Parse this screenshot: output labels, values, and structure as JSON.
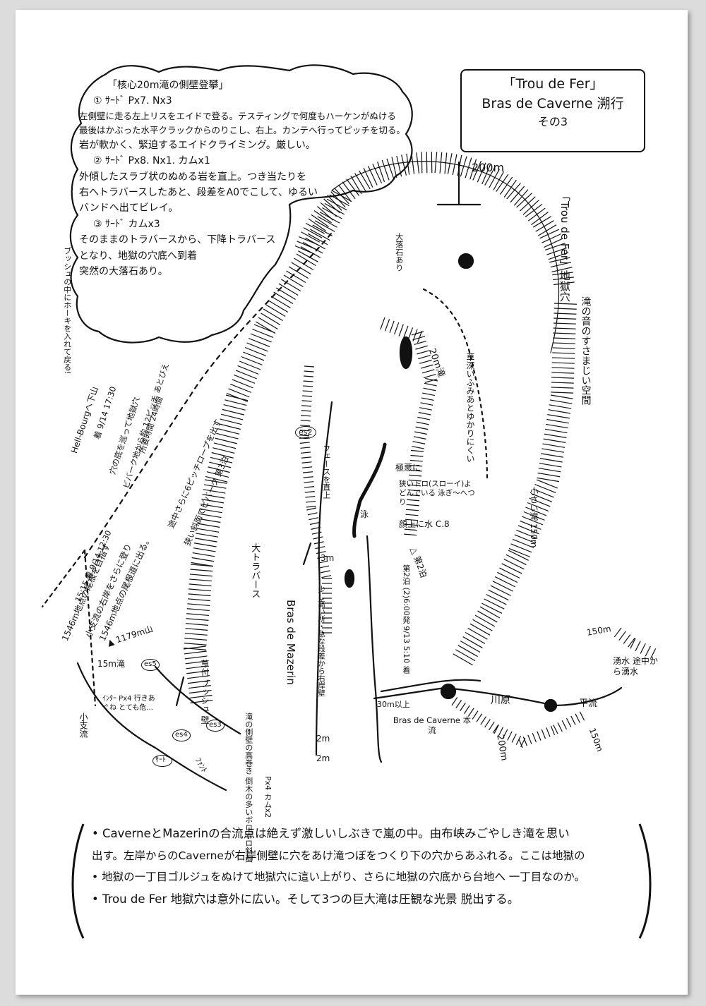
{
  "title": {
    "line1": "「Trou de Fer」",
    "line2": "Bras de Caverne 溯行",
    "line3": "その3"
  },
  "cloud_note": {
    "heading": "「核心20m滝の側壁登攀」",
    "lines": [
      "① ｻｰﾄﾞ Px7. Nx3",
      "左側壁に走る左上リスをエイドで登る。テスティングで何度もハーケンがぬける",
      "最後はかぶった水平クラックからのりこし、右上。カンテへ行ってピッチを切る。",
      "岩が軟かく、緊迫するエイドクライミング。厳しい。",
      "② ｻｰﾄﾞ Px8. Nx1. カムx1",
      "外傾したスラブ状のぬめる岩を直上。つき当たりを",
      "右へトラバースしたあと、段差をA0でこして、ゆるい",
      "バンドへ出てビレイ。",
      "③ ｻｰﾄﾞ カムx3",
      "そのままのトラバースから、下降トラバース",
      "となり、地獄の穴底へ到着",
      "突然の大落石あり。"
    ]
  },
  "map_labels": {
    "elev_200_top": "200m",
    "trou_right": "「Trou de Fer」地獄穴",
    "trou_right_sub": "滝の音のすさまじい空間",
    "grass": "草深いふみあとゆかりにくい",
    "rakuseki": "大落石あり",
    "taki20": "20m滝",
    "taki15": "15m滝",
    "taki150": "小さい滝 150m",
    "taki_left": "ブッシュの中にホーキを入れて戻る!",
    "hellbourg": "Hell-Bourgへ下山",
    "date1": "着 9/14 17:30",
    "descent1": "穴の底を巡って地獄穴",
    "descent2": "ビバーク地から約 12ピッチ あとびえ",
    "descent3": "所要時間 24時間",
    "route1": "1546m地点の尾根を目指す",
    "route2": "小支流の右岸をさらに登り",
    "route3": "1546m地点の尾根道に出る。",
    "date2": "15:15 着 9/14 12:30",
    "walk": "途中さらに6ピッチロープを出す",
    "walk2": "狭い斜面でビバーク 第3泊",
    "alt1179": "▲ 1179m山",
    "o_traverse": "大トラバース",
    "mazerin": "Bras de Mazerin",
    "bush": "草付 ブッシュ 壁",
    "wall_note": "滝の側壁の高巻き 倒木の多いボロボロ斜面",
    "stepp": "少し高い所・急な段差から右岸壁",
    "camp": "第2泊 (2)6:00発 9/13 5:10 着",
    "camp_tag": "△ 第2泊",
    "px": "Px4 カムx2",
    "es2": "es2",
    "face": "フェースを直上",
    "narrow": "狭いトロ(スローイ)よどんでいる 泳ぎ〜へつり",
    "goku": "極悪に",
    "mist": "顔上に水 C.8",
    "mizu": "泳",
    "kawara": "川原",
    "bras_cav": "Bras de Caverne 本流",
    "m30": "30m以上",
    "m3": "3m",
    "m2a": "2m",
    "m2b": "2m",
    "flat": "平流",
    "m150a": "150m",
    "m150b": "150m",
    "m200": "200m",
    "spring": "湧水 途中から湧水",
    "kojiru": "小支流",
    "ittemasu": "ｲﾝﾀｰ Px4 行きあぐね とても危...",
    "es3": "es3",
    "es4": "es4",
    "es5": "es5",
    "cam_label": "ｻｰﾄﾞ",
    "pass": "ﾌｧﾝﾄ"
  },
  "bottom_notes": {
    "lines": [
      "• CaverneとMazerinの合流点は絶えず激しいしぶきで嵐の中。由布峡みごやしき滝を思い",
      "出す。左岸からのCaverneが右岸側壁に穴をあけ滝つぼをつくり下の穴からあふれる。ここは地獄の",
      "• 地獄の一丁目ゴルジュをぬけて地獄穴に這い上がり、さらに地獄の穴底から台地へ 一丁目なのか。",
      "• Trou de Fer 地獄穴は意外に広い。そして3つの巨大滝は圧観な光景        脱出する。"
    ]
  },
  "colors": {
    "ink": "#111111",
    "paper": "#ffffff",
    "frame": "#dcdcdc"
  }
}
